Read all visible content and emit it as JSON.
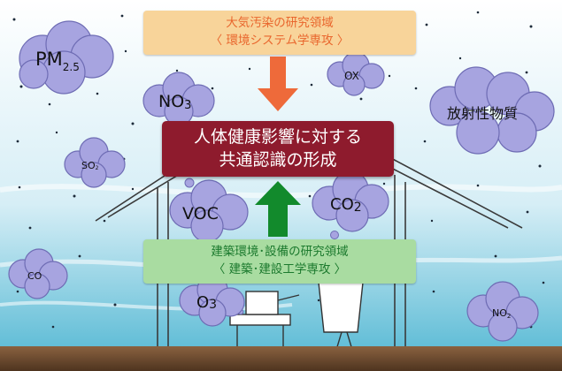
{
  "colors": {
    "sky_top": "#ffffff",
    "sky_bottom": "#4fb6d2",
    "cloud": "#a7a4e0",
    "cloud_text": "#111111",
    "top_box": "#f8d49a",
    "top_text": "#e9662d",
    "center_box": "#8e1b2d",
    "bottom_box": "#a9dca1",
    "bottom_text": "#1c7a2e",
    "arrow_down": "#ee6a3a",
    "arrow_up": "#128a2c",
    "ground": "#6b4a2e"
  },
  "top_box": {
    "line1": "大気汚染の研究領域",
    "line2": "〈 環境システム学専攻 〉"
  },
  "center_box": {
    "line1": "人体健康影響に対する",
    "line2": "共通認識の形成"
  },
  "bottom_box": {
    "line1": "建築環境･設備の研究領域",
    "line2": "〈 建築･建設工学専攻 〉"
  },
  "clouds": {
    "pm25": {
      "main": "PM",
      "sub": "2.5"
    },
    "no3": {
      "main": "NO",
      "sub": "3"
    },
    "ox": {
      "main": "OX"
    },
    "radioactive": {
      "main": "放射性物質"
    },
    "so2": {
      "main": "SO",
      "sub": "2"
    },
    "voc": {
      "main": "VOC"
    },
    "co2": {
      "main": "CO",
      "sub": "2"
    },
    "co": {
      "main": "CO"
    },
    "o3": {
      "main": "O",
      "sub": "3"
    },
    "no2": {
      "main": "NO",
      "sub": "2"
    }
  }
}
